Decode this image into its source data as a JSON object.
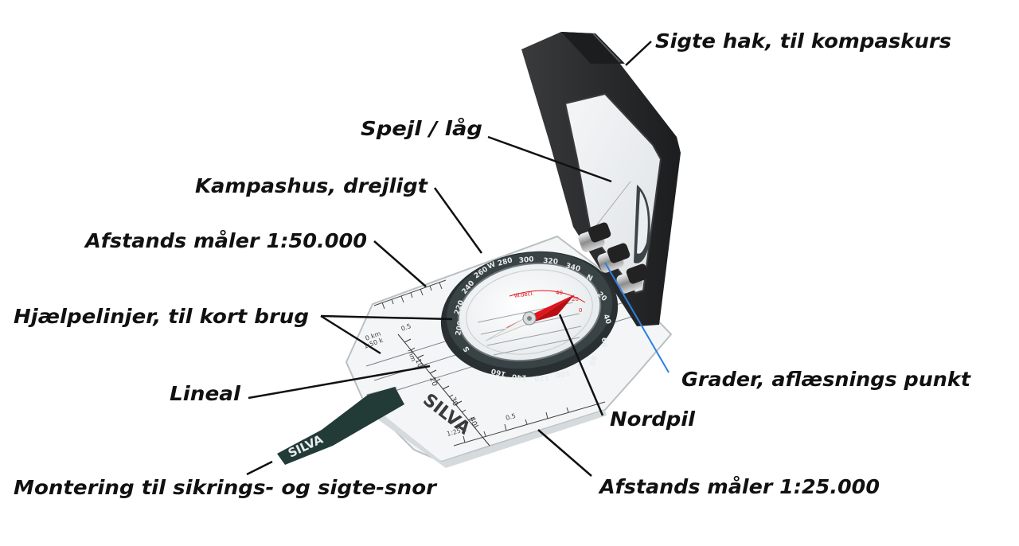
{
  "labels": {
    "sigte_hak": "Sigte hak, til kompaskurs",
    "spejl": "Spejl / låg",
    "kampashus": "Kampashus, drejligt",
    "afstand_50": "Afstands måler 1:50.000",
    "hjaelpelinjer": "Hjælpelinjer, til kort brug",
    "lineal": "Lineal",
    "montering": "Montering til sikrings- og sigte-snor",
    "grader": "Grader, aflæsnings punkt",
    "nordpil": "Nordpil",
    "afstand_25": "Afstands måler 1:25.000"
  },
  "compass_markings": {
    "brand": "SILVA",
    "bezel_numbers": [
      "300",
      "320",
      "340",
      "N",
      "20",
      "40",
      "60",
      "80",
      "E",
      "100",
      "120",
      "140",
      "160",
      "S",
      "200",
      "220",
      "240",
      "260",
      "W",
      "280"
    ],
    "declination_label": "W.decl.",
    "declination_numbers": [
      "40",
      "20",
      "0"
    ],
    "ruler_numbers": [
      "10",
      "20",
      "30",
      "40"
    ],
    "ruler_unit": "mm",
    "scale_50k": "1:50 k",
    "scale_25k": "1:25 k",
    "scale_km": "0 km",
    "scale_half": "0.5"
  },
  "colors": {
    "line": "#111111",
    "reading_line": "#2d7fe0",
    "needle_red": "#e0151b",
    "lid_dark": "#2a2b2d",
    "bezel_dark": "#2f3436"
  }
}
